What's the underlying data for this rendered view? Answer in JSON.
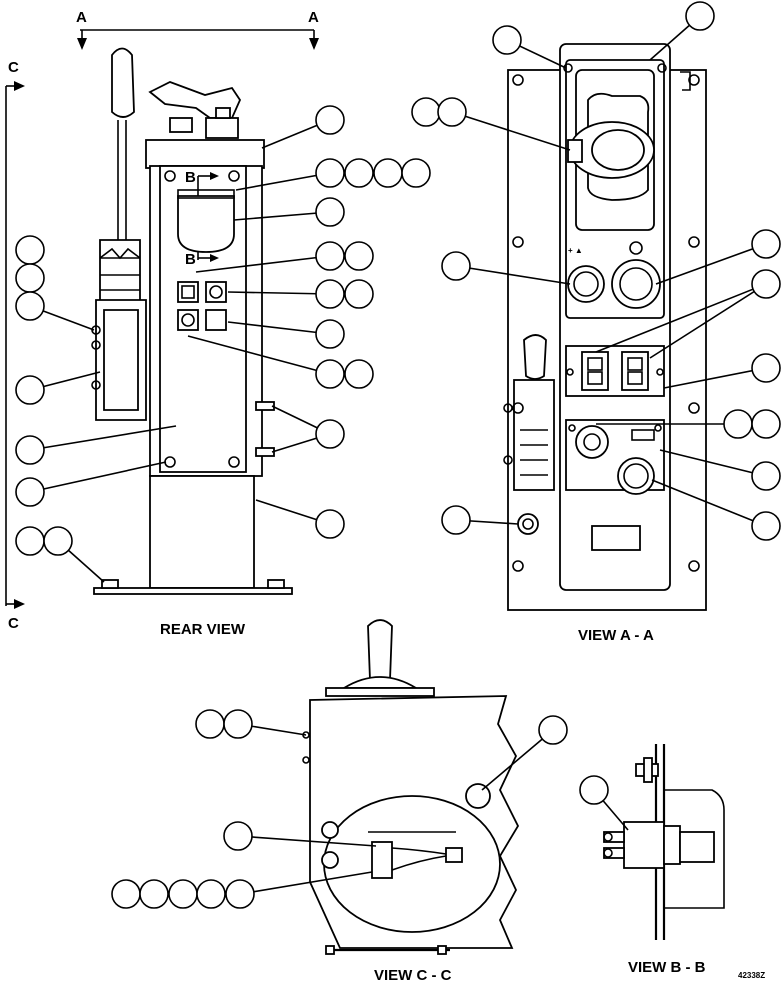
{
  "section_markers": {
    "a_left": "A",
    "a_right": "A",
    "c_top": "C",
    "c_bottom": "C",
    "b_top": "B",
    "b_bottom": "B"
  },
  "views": {
    "rear": "REAR VIEW",
    "a_a": "VIEW A - A",
    "c_c": "VIEW C - C",
    "b_b": "VIEW B - B"
  },
  "figure_number": "42338Z",
  "icon_names": [
    "handle-lever-icon",
    "throttle-lever-icon",
    "toggle-switch-icon",
    "rocker-switch-icon",
    "mounting-bolt-icon"
  ],
  "colors": {
    "line": "#000000",
    "background": "#ffffff"
  }
}
